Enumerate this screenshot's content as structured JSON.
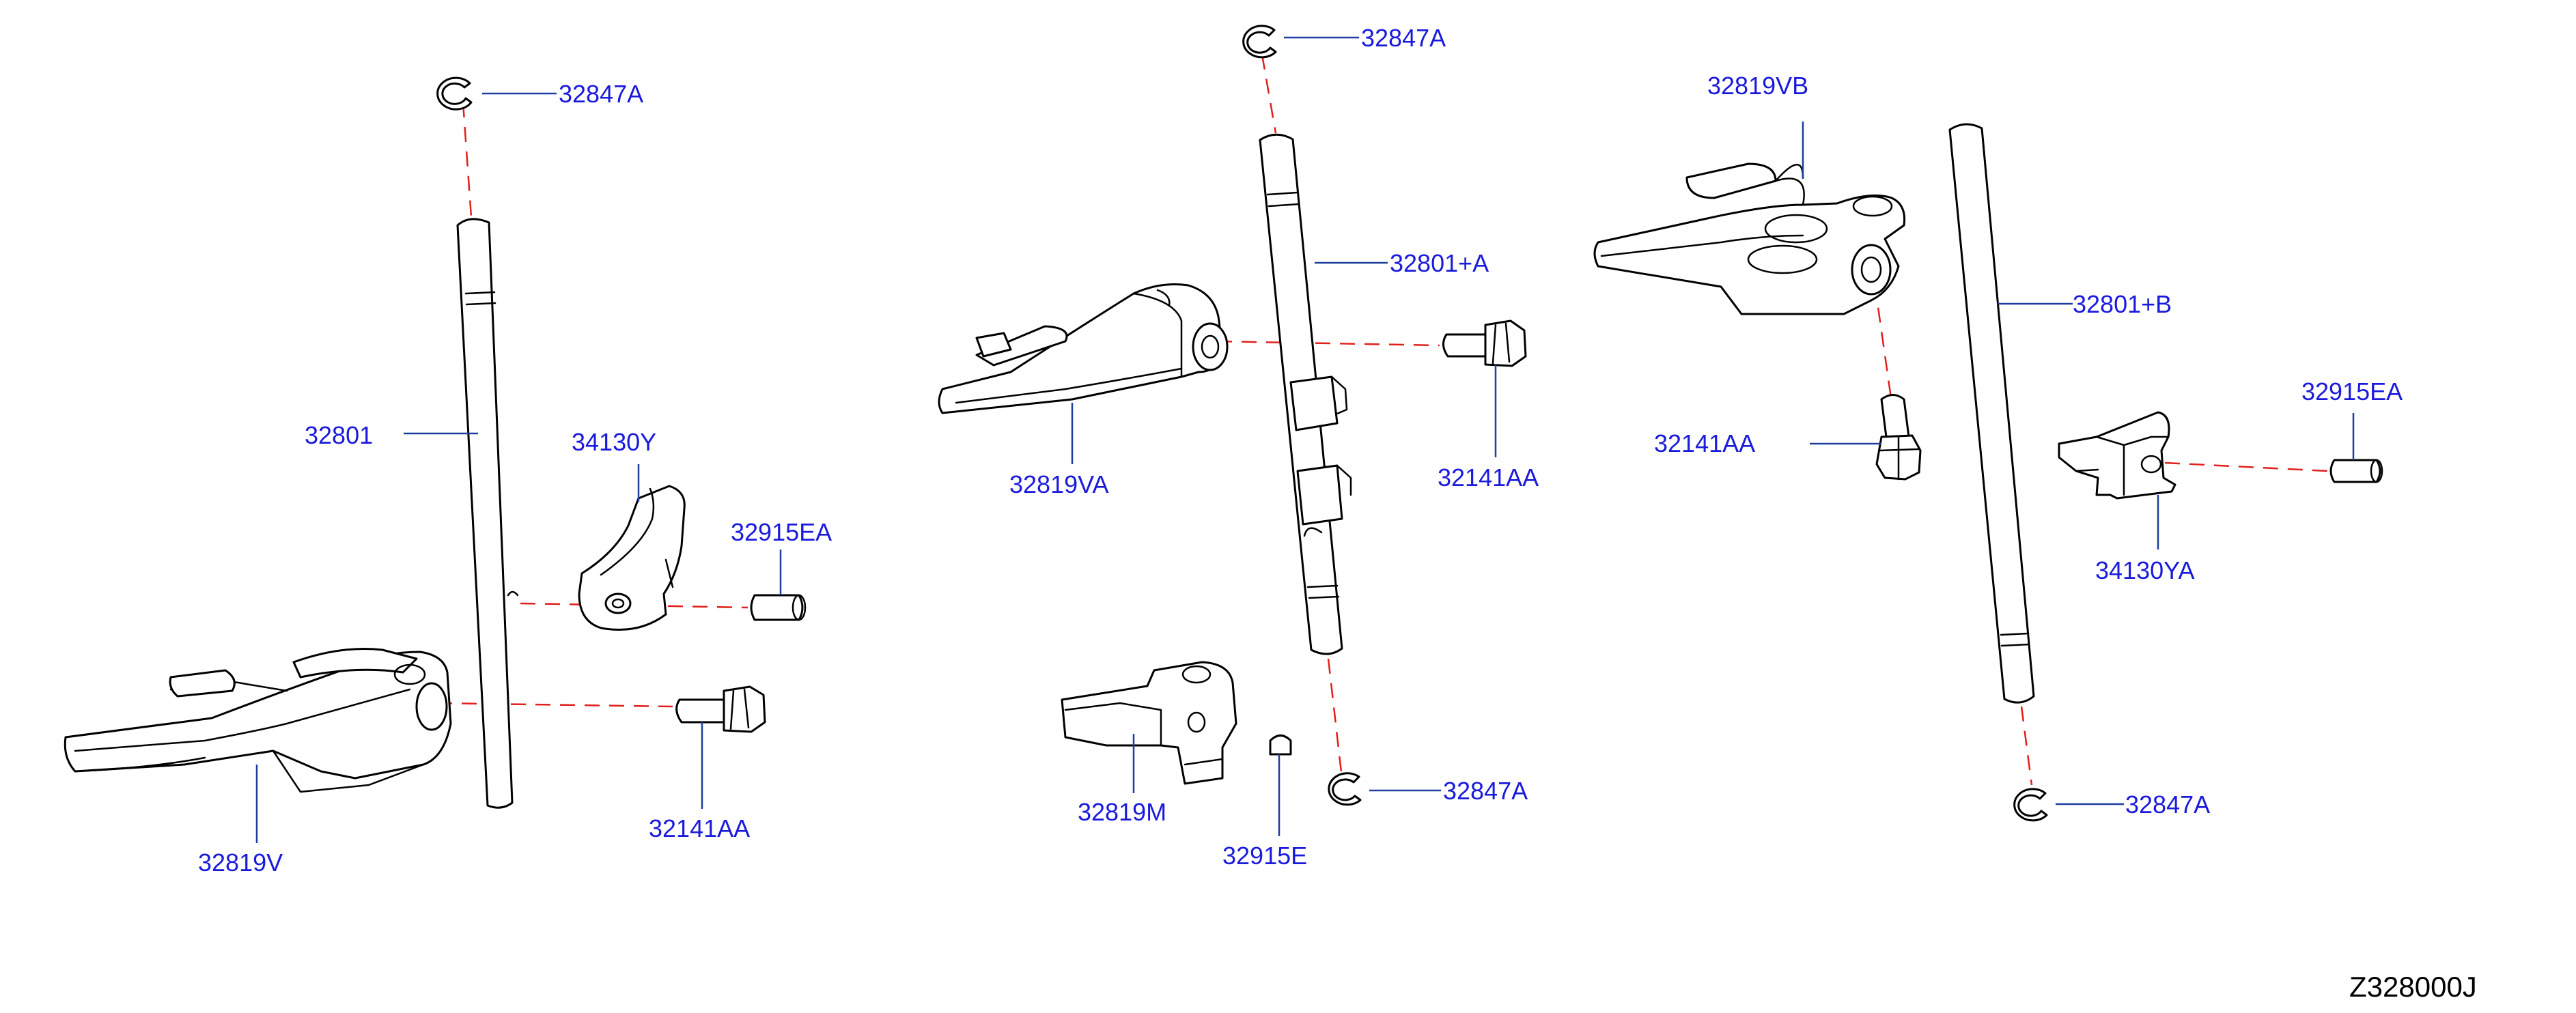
{
  "callouts": {
    "a1_snap_ring": "32847A",
    "a1_rod": "32801",
    "a1_bracket": "34130Y",
    "a1_pin": "32915EA",
    "a1_fork": "32819V",
    "a1_bolt": "32141AA",
    "a2_snap_ring_top": "32847A",
    "a2_rod": "32801+A",
    "a2_fork": "32819VA",
    "a2_bolt": "32141AA",
    "a2_block": "32819M",
    "a2_pin": "32915E",
    "a2_snap_ring_bottom": "32847A",
    "a3_fork": "32819VB",
    "a3_rod": "32801+B",
    "a3_pin": "32915EA",
    "a3_bolt": "32141AA",
    "a3_bracket": "34130YA",
    "a3_snap_ring": "32847A"
  },
  "diagram_code": "Z328000J",
  "colors": {
    "label": "#1a1adc",
    "leader": "#1f3f9f",
    "center_line": "#e0201c",
    "outline": "#000000"
  }
}
